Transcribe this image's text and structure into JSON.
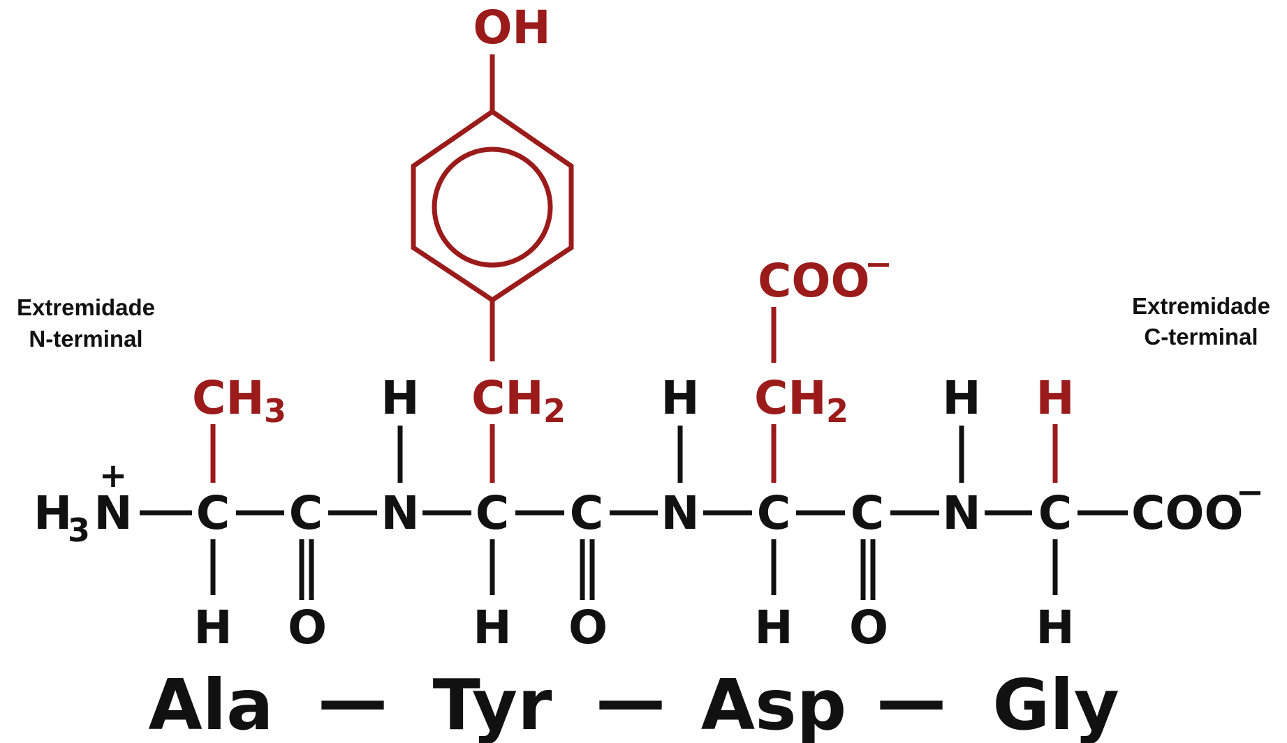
{
  "colors": {
    "backbone": "#111111",
    "side_chain": "#9b1b1b",
    "background": "#ffffff"
  },
  "terminals": {
    "n_line1": "Extremidade",
    "n_line2": "N-terminal",
    "c_line1": "Extremidade",
    "c_line2": "C-terminal"
  },
  "backbone": {
    "amino_h": "H",
    "amino_sub": "3",
    "amino_n": "N",
    "amino_charge": "+",
    "carbon": "C",
    "nitrogen": "N",
    "hydrogen": "H",
    "oxygen": "O",
    "c_term_group": "COO",
    "c_term_charge": "−"
  },
  "side_chains": {
    "ala": {
      "group": "CH",
      "sub": "3"
    },
    "tyr": {
      "group": "CH",
      "sub": "2",
      "hydroxyl": "OH"
    },
    "asp": {
      "group": "CH",
      "sub": "2",
      "carboxyl": "COO",
      "charge": "−"
    },
    "gly": {
      "group": "H"
    }
  },
  "residues": [
    {
      "name": "Ala"
    },
    {
      "name": "Tyr"
    },
    {
      "name": "Asp"
    },
    {
      "name": "Gly"
    }
  ],
  "separator": "—"
}
